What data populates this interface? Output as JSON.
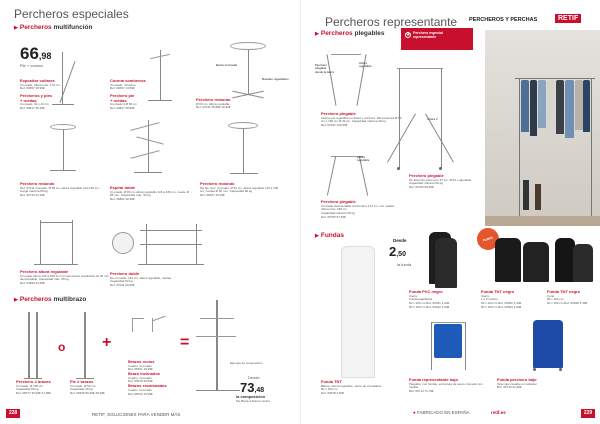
{
  "left": {
    "title": "Percheros especiales",
    "section1": {
      "prefix": "Percheros",
      "bold": "multifunción"
    },
    "section2": {
      "prefix": "Percheros",
      "bold": "multibrazo"
    },
    "hero_price": {
      "int": "66",
      "dec": ",98",
      "note": "Pie + corona"
    },
    "products": [
      {
        "title": "Expositor collares",
        "text": "Cromado. Altura máx. 170 cm\nRef. 60657   18,99€"
      },
      {
        "title": "Percheros y pies\n+ ruedas",
        "text": "Cromado. 40 x 40 cm\nRef. 60817   35,39€"
      },
      {
        "title": "Corona sombreros",
        "text": "Cromado. 4 brazos\nRef. 60657   13,59€"
      },
      {
        "title": "Perchero pie\n+ ruedas",
        "text": "Cromado 4 Ø 50 cm\nRef. 60817   28,89€"
      },
      {
        "title": "Perchero redondo",
        "text": "Ø 80 cm. Altura regulable\nRef. 67011   35,89€   19,99€"
      },
      {
        "title": "Perchero redondo",
        "text": "Ref. 67011 cromado. Ø 89 cm, altura regulable 114-150 cm. Carga máxima 80 kg\nRef. 66730   43,39€"
      },
      {
        "title": "Espiral doble",
        "text": "Cromado. Ø 80 cm altura regulable 115 a 180 cm, rueda. Ø 55 mm. Capacidad máx. 90 kg\nRef. 66802   48,99€"
      },
      {
        "title": "Perchero redondo",
        "text": "Pie fijo cruz. cromado. Ø 90 cm, altura regulable 115 a 190 cm, ruedas Ø 50 mm. Capacidad 80 kg\nRef. 66637   45,99€"
      },
      {
        "title": "Perchero altura regulable",
        "text": "Cromado altura 132 a 180 cm con elementos cuadrados de 35 mm, desmontable. Capacidad máx. 65 kg\nRef. 64999   43,49€"
      },
      {
        "title": "Perchero doble",
        "text": "De cromado, 132 cm, altura regulable, ruedas.\nCapacidad 90 kg\nRef. 67011   90,09€"
      },
      {
        "title": "Perchero 4 brazos",
        "text": "Cromado. Ø 130 cm.\nCapacidad 80 kg\nRef. 66677   49,99€   41,59€"
      },
      {
        "title": "Pie 2 brazos",
        "text": "Cromado. Ø 52 cm.\nCapacidad 40 kg\nRef. 66625   56,99€   48,29€"
      },
      {
        "title": "Brazos rectos",
        "text": "Cuadro. Cromado\nRef. 66631   19,99€"
      },
      {
        "title": "Brazo inclinados",
        "text": "Cuadro. Cromado\nRef. 66615   20,59€"
      },
      {
        "title": "Brazos escalonados",
        "text": "Cuadro. Cromado\nRef. 66516   16,99€"
      }
    ],
    "composition": {
      "label": "Ejemplo de composición",
      "desde": "Desde",
      "int": "73",
      "dec": ",48",
      "note": "la composición",
      "note2": "Pie Barra 4 brazos rectos"
    },
    "accent_label_1": "Barra cromada",
    "accent_label_2": "Ruedas regulables",
    "page_number": "228",
    "footer": "RETIF, SOLUCIONES PARA VENDER MÁS"
  },
  "right": {
    "title": "Percheros representante",
    "category": "PERCHEROS Y PERCHAS",
    "brand": "RETIF",
    "banner": "Perchero especial\nrepresentante",
    "section1": {
      "prefix": "Percheros",
      "bold": "plegables"
    },
    "section2": {
      "prefix": "Fundas"
    },
    "labels": [
      "Perchero plegable desde la barra",
      "Altura regulable",
      "Altura regulable",
      "Altura 3"
    ],
    "products": [
      {
        "title": "Perchero plegable",
        "text": "Incluye pie regulable en altura y anchura. Dimensiones Ø 53 cm x 160 cm Ø 33 cm. Capacidad máxima 40 kg\nRef. 67021   109,90€"
      },
      {
        "title": "Perchero plegable",
        "text": "Cromado desmontable ancho 92 a 172 cm, con ruedas\nAltura máx. 180 cm\nCapacidad máxima 50 kg\nRef. 66755   57,59€"
      },
      {
        "title": "Perchero plegable",
        "text": "De aluminio para usos 97 cm. Ø 52 x ajustable. Capacidad máxima 50 kg\nRef. 66766   69,99€"
      }
    ],
    "funda_price": {
      "desde": "Desde",
      "int": "2",
      "dec": ",50",
      "note": "la funda"
    },
    "fundas": [
      {
        "title": "Funda PVC negro",
        "text": "Cierre\nFunda traje/blusa\n60 x 100 cm   Ref. 60641   2,90€\n60 x 150 cm   Ref. 60642   3,09€"
      },
      {
        "title": "Funda TNT negro",
        "text": "Cierre\n1 ó 3 metros\n60 x 100 cm   Ref. 60652   3,49€\n60 x 150 cm   Ref. 60653   4,09€"
      },
      {
        "title": "Funda TNT negro",
        "text": "Corte\n60 x 100 cm\n60 x 150 cm   Ref. 60628   5,40€"
      },
      {
        "title": "Funda TNT",
        "text": "Blanco. Altura regulable, cierre de cremallera.\n60 x 150 cm\nRef. 60678   2,50€"
      },
      {
        "title": "Funda representante bajo",
        "text": "Plegable, con fundas, estructura de acero cromado con ruedas\nRef. 66714   71,79€"
      },
      {
        "title": "Funda perchero bajo",
        "text": "Tela impermeable en poliéster\nRef. 66715   61,69€"
      }
    ],
    "badge": "FUNDA ALARMA",
    "page_number": "229",
    "footer_center": "FABRICADO EN ESPAÑA",
    "footer_right": "retif.es"
  }
}
